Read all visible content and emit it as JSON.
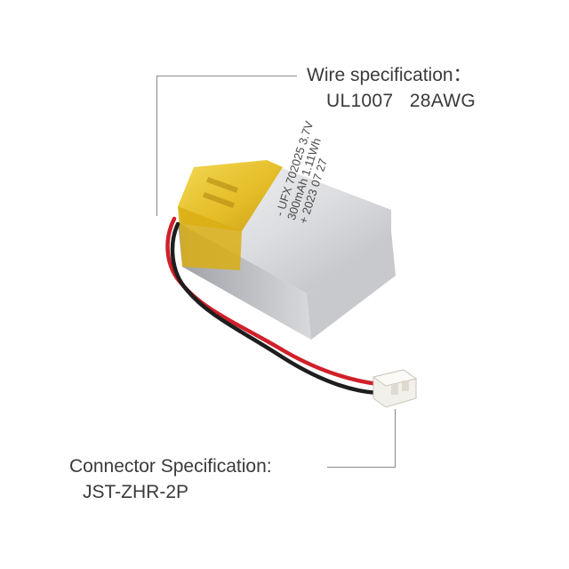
{
  "callouts": {
    "wire": {
      "title": "Wire specification：",
      "value": "UL1007   28AWG"
    },
    "connector": {
      "title": "Connector Specification:",
      "value": "JST-ZHR-2P"
    }
  },
  "battery_label": {
    "line1": "- UFX 702025 3.7V",
    "line2": "300mAh 1.11Wh",
    "line3": "+ 2023 07 27"
  },
  "colors": {
    "text": "#3a3a3a",
    "leader_line": "#8a8a8a",
    "kapton_yellow": "#e8c21c",
    "foil_silver": "#d9dadc",
    "wire_red": "#d0202a",
    "wire_black": "#1e1e1e",
    "connector_white": "#f2f0ea"
  }
}
